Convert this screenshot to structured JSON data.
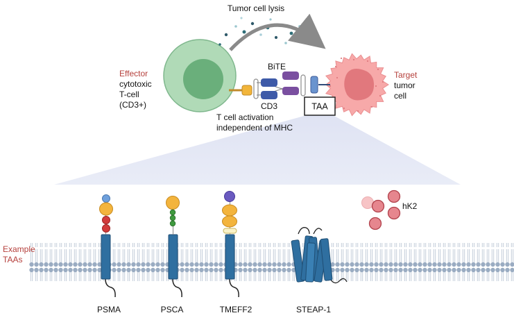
{
  "top": {
    "lysis_label": "Tumor cell lysis",
    "effector": {
      "title": "Effector",
      "line1": "cytotoxic",
      "line2": "T-cell",
      "line3": "(CD3+)"
    },
    "target": {
      "title": "Target",
      "line1": "tumor",
      "line2": "cell"
    },
    "bite_label": "BiTE",
    "cd3_label": "CD3",
    "taa_label": "TAA",
    "activation_line1": "T cell activation",
    "activation_line2": "independent of MHC"
  },
  "bottom": {
    "example_line1": "Example",
    "example_line2": "TAAs",
    "antigens": [
      {
        "name": "PSMA"
      },
      {
        "name": "PSCA"
      },
      {
        "name": "TMEFF2"
      },
      {
        "name": "STEAP-1"
      }
    ],
    "hk2_label": "hK2"
  },
  "colors": {
    "effector_outer": "#a9d6b1",
    "effector_inner": "#64ad76",
    "target_cell": "#f7a8a8",
    "target_nucleus": "#dc6e72",
    "bite_blue": "#3e5aa8",
    "bite_purple": "#7a4fa0",
    "cd3_orange": "#f2b53a",
    "protein_blue": "#2f6fa0",
    "membrane": "#9aacc2",
    "accent_red": "#b5403c"
  }
}
